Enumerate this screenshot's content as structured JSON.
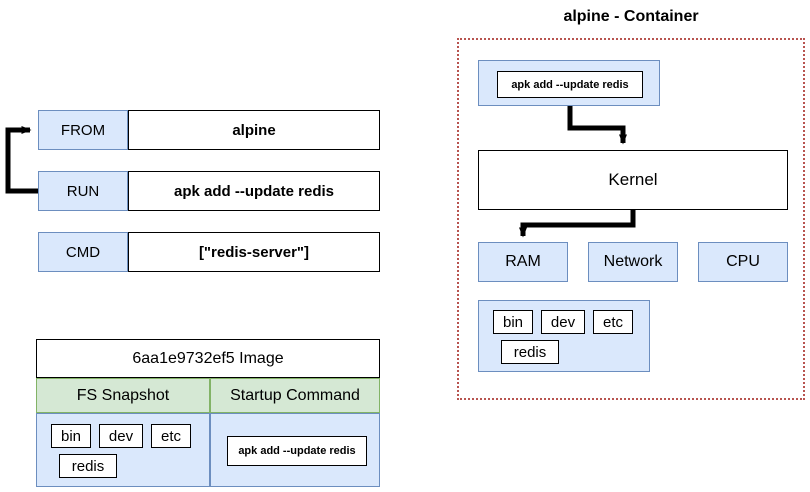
{
  "dockerfile": {
    "rows": [
      {
        "key": "FROM",
        "value": "alpine"
      },
      {
        "key": "RUN",
        "value": "apk add --update redis"
      },
      {
        "key": "CMD",
        "value": "[\"redis-server\"]"
      }
    ]
  },
  "image": {
    "title": "6aa1e9732ef5 Image",
    "headers": [
      "FS Snapshot",
      "Startup Command"
    ],
    "fs_entries": [
      "bin",
      "dev",
      "etc",
      "redis"
    ],
    "startup_command": "apk add --update redis"
  },
  "container": {
    "title": "alpine - Container",
    "process_command": "apk add --update redis",
    "kernel_label": "Kernel",
    "resources": [
      "RAM",
      "Network",
      "CPU"
    ],
    "fs_entries": [
      "bin",
      "dev",
      "etc",
      "redis"
    ],
    "border_color": "#b85450"
  },
  "colors": {
    "blue_fill": "#dae8fc",
    "blue_stroke": "#6c8ebf",
    "green_fill": "#d5e8d4",
    "green_stroke": "#82b366",
    "line": "#000000"
  }
}
